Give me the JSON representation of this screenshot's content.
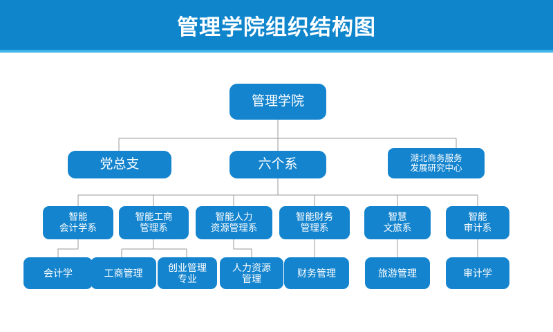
{
  "header": {
    "title": "管理学院组织结构图",
    "band_color": "#0f85cc",
    "underline_color": "#3fb6e8",
    "title_color": "#ffffff"
  },
  "theme": {
    "node_fill": "#1484ce",
    "node_text": "#ffffff",
    "connector_color": "#9a9a9a",
    "background": "#ffffff"
  },
  "chart_data": {
    "type": "diagram",
    "subtype": "organizational-chart",
    "title": "管理学院组织结构图",
    "orientation": "top-down",
    "levels": 4,
    "root": {
      "id": "root",
      "label": "管理学院"
    },
    "level2": [
      {
        "id": "party-branch",
        "label": "党总支"
      },
      {
        "id": "six-departments",
        "label": "六个系"
      },
      {
        "id": "research-center",
        "label": "湖北商务服务\n发展研究中心"
      }
    ],
    "departments": [
      {
        "id": "dept-accounting",
        "label": "智能\n会计学系"
      },
      {
        "id": "dept-business",
        "label": "智能工商\n管理系"
      },
      {
        "id": "dept-hr",
        "label": "智能人力\n资源管理系"
      },
      {
        "id": "dept-finance",
        "label": "智能财务\n管理系"
      },
      {
        "id": "dept-tourism",
        "label": "智慧\n文旅系"
      },
      {
        "id": "dept-audit",
        "label": "智能\n审计系"
      }
    ],
    "majors": [
      {
        "id": "major-accounting",
        "label": "会计学",
        "parent": "dept-accounting"
      },
      {
        "id": "major-business-admin",
        "label": "工商管理",
        "parent": "dept-business"
      },
      {
        "id": "major-entrepreneur",
        "label": "创业管理\n专业",
        "parent": "dept-business"
      },
      {
        "id": "major-hr",
        "label": "人力资源\n管理",
        "parent": "dept-hr"
      },
      {
        "id": "major-finance",
        "label": "财务管理",
        "parent": "dept-finance"
      },
      {
        "id": "major-tourism",
        "label": "旅游管理",
        "parent": "dept-tourism"
      },
      {
        "id": "major-audit",
        "label": "审计学",
        "parent": "dept-audit"
      }
    ],
    "edges": [
      {
        "from": "root",
        "to": "party-branch"
      },
      {
        "from": "root",
        "to": "six-departments"
      },
      {
        "from": "root",
        "to": "research-center"
      },
      {
        "from": "six-departments",
        "to": "dept-accounting"
      },
      {
        "from": "six-departments",
        "to": "dept-business"
      },
      {
        "from": "six-departments",
        "to": "dept-hr"
      },
      {
        "from": "six-departments",
        "to": "dept-finance"
      },
      {
        "from": "six-departments",
        "to": "dept-tourism"
      },
      {
        "from": "six-departments",
        "to": "dept-audit"
      },
      {
        "from": "dept-accounting",
        "to": "major-accounting"
      },
      {
        "from": "dept-business",
        "to": "major-business-admin"
      },
      {
        "from": "dept-business",
        "to": "major-entrepreneur"
      },
      {
        "from": "dept-hr",
        "to": "major-hr"
      },
      {
        "from": "dept-finance",
        "to": "major-finance"
      },
      {
        "from": "dept-tourism",
        "to": "major-tourism"
      },
      {
        "from": "dept-audit",
        "to": "major-audit"
      }
    ]
  }
}
